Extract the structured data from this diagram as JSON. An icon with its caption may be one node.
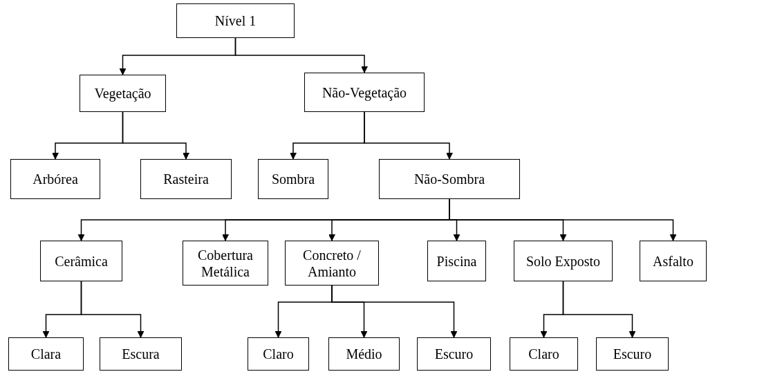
{
  "diagram": {
    "nodes": [
      {
        "text": [
          "Nível 1"
        ]
      },
      {
        "text": [
          "Vegetação"
        ]
      },
      {
        "text": [
          "Não-Vegetação"
        ]
      },
      {
        "text": [
          "Arbórea"
        ]
      },
      {
        "text": [
          "Rasteira"
        ]
      },
      {
        "text": [
          "Sombra"
        ]
      },
      {
        "text": [
          "Não-Sombra"
        ]
      },
      {
        "text": [
          "Cerâmica"
        ]
      },
      {
        "text": [
          "Cobertura Metálica"
        ]
      },
      {
        "text": [
          "Concreto / Amianto"
        ]
      },
      {
        "text": [
          "Piscina"
        ]
      },
      {
        "text": [
          "Solo Exposto"
        ]
      },
      {
        "text": [
          "Asfalto"
        ]
      },
      {
        "text": [
          "Clara"
        ]
      },
      {
        "text": [
          "Escura"
        ]
      },
      {
        "text": [
          "Claro"
        ]
      },
      {
        "text": [
          "Médio"
        ]
      },
      {
        "text": [
          "Escuro"
        ]
      },
      {
        "text": [
          "Claro"
        ]
      },
      {
        "text": [
          "Escuro"
        ]
      }
    ],
    "edges": [
      {
        "from": 0,
        "to": 1,
        "arrow": "to"
      },
      {
        "from": 0,
        "to": 2,
        "arrow": "to"
      },
      {
        "from": 1,
        "to": 3,
        "arrow": "to"
      },
      {
        "from": 1,
        "to": 4,
        "arrow": "to"
      },
      {
        "from": 2,
        "to": 5,
        "arrow": "to"
      },
      {
        "from": 2,
        "to": 6,
        "arrow": "to"
      },
      {
        "from": 6,
        "to": 7,
        "arrow": "to"
      },
      {
        "from": 6,
        "to": 8,
        "arrow": "to"
      },
      {
        "from": 6,
        "to": 9,
        "arrow": "to"
      },
      {
        "from": 6,
        "to": 10,
        "arrow": "to"
      },
      {
        "from": 6,
        "to": 11,
        "arrow": "to"
      },
      {
        "from": 6,
        "to": 12,
        "arrow": "to"
      },
      {
        "from": 7,
        "to": 13,
        "arrow": "to"
      },
      {
        "from": 7,
        "to": 14,
        "arrow": "to"
      },
      {
        "from": 9,
        "to": 15,
        "arrow": "to"
      },
      {
        "from": 9,
        "to": 16,
        "arrow": "to"
      },
      {
        "from": 9,
        "to": 17,
        "arrow": "to"
      },
      {
        "from": 11,
        "to": 18,
        "arrow": "to"
      },
      {
        "from": 11,
        "to": 19,
        "arrow": "to"
      }
    ]
  }
}
